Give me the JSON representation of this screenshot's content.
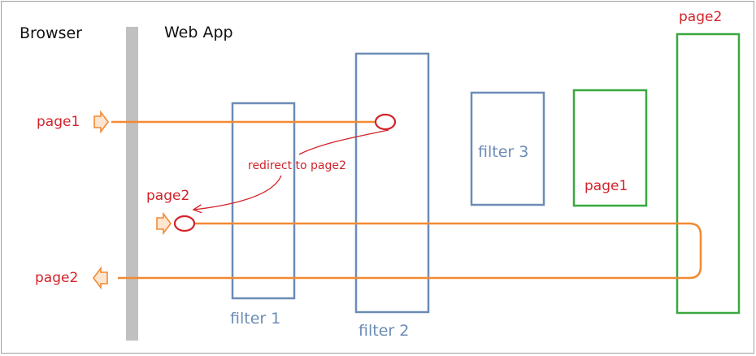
{
  "headers": {
    "browser": "Browser",
    "webapp": "Web App"
  },
  "filters": {
    "filter1": "filter 1",
    "filter2": "filter 2",
    "filter3": "filter 3"
  },
  "pages": {
    "page1_request": "page1",
    "page2_redirected_request": "page2",
    "page2_response": "page2",
    "page1_resource": "page1",
    "page2_resource": "page2"
  },
  "annotation": {
    "redirect": "redirect to page2"
  },
  "colors": {
    "frame": "#a0a0a0",
    "browser_bar": "#c0c0c0",
    "filter_box": "#6b8cb5",
    "page_box": "#39a83e",
    "flow_line": "#f28a33",
    "arrow_fill": "#fde5cf",
    "red_text": "#d2232a",
    "black_text": "#111111"
  }
}
